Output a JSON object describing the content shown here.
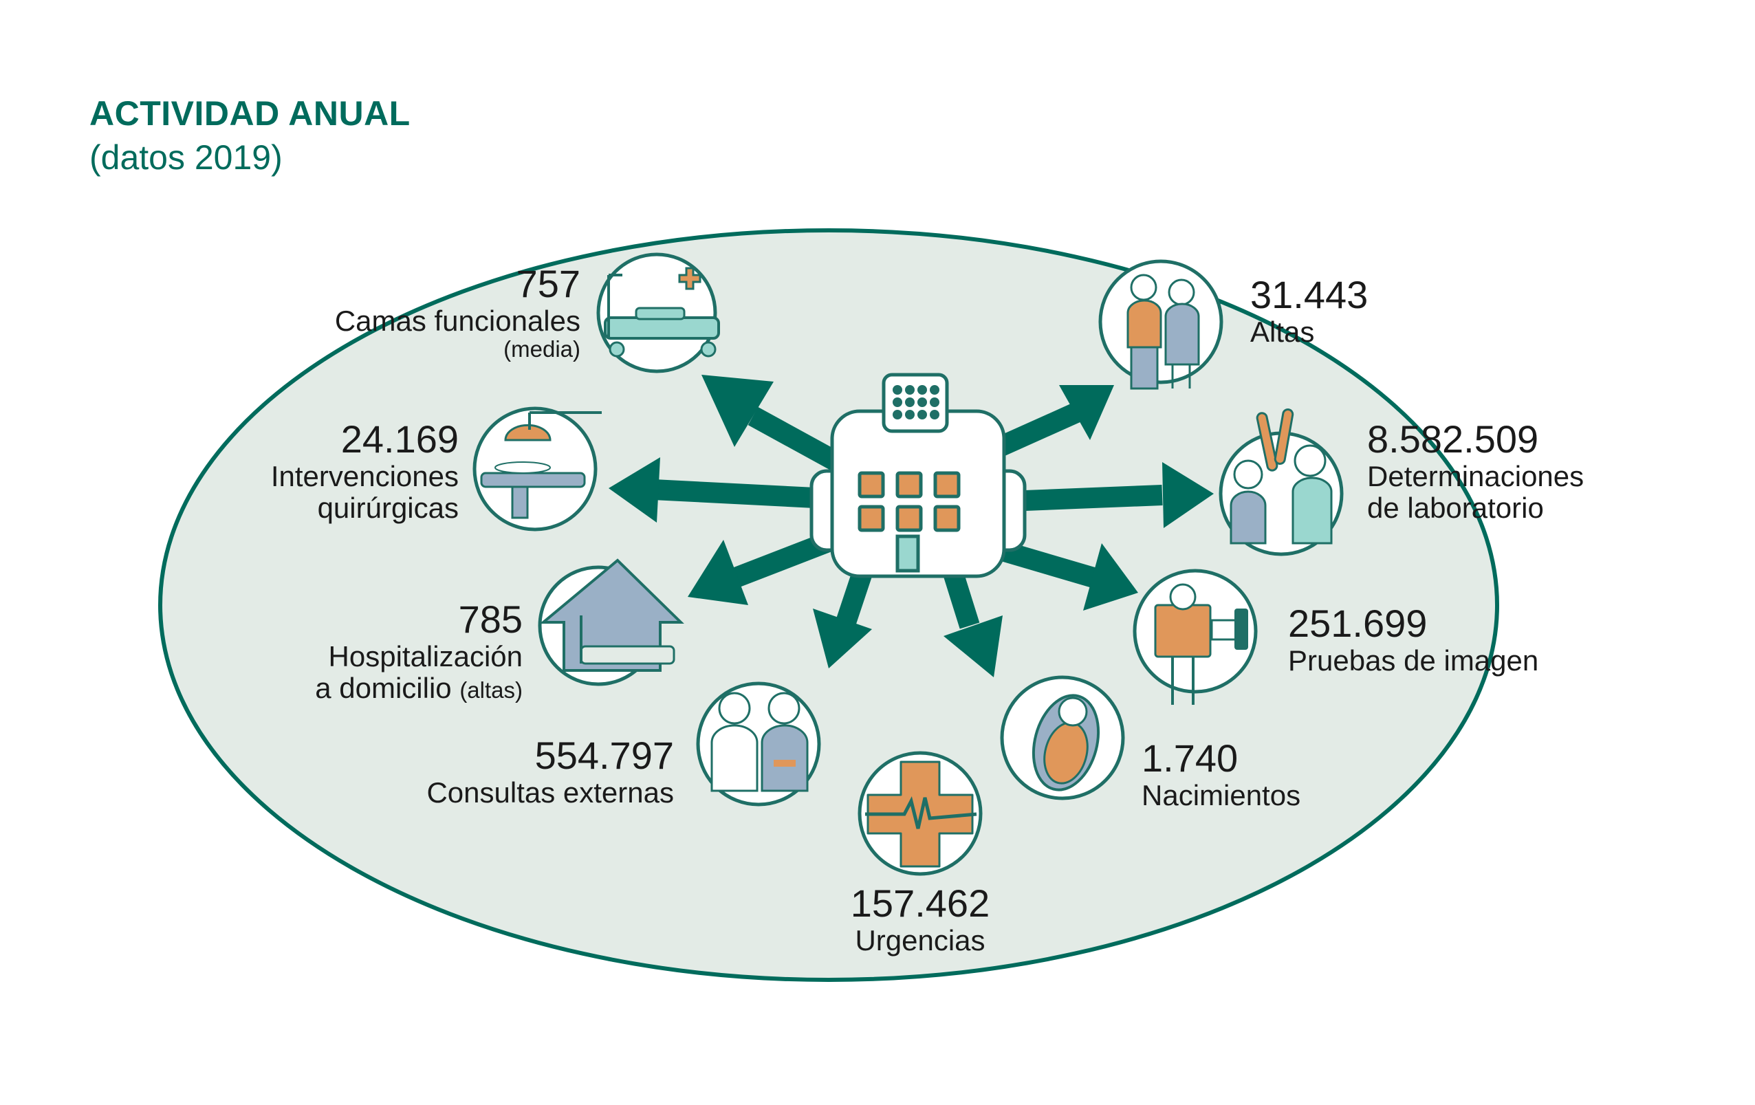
{
  "header": {
    "title": "ACTIVIDAD ANUAL",
    "subtitle": "(datos 2019)"
  },
  "colors": {
    "teal": "#006b5c",
    "oval_fill": "#e3ebe6",
    "orange": "#e0975a",
    "slate_blue": "#9ab0c6",
    "mint": "#9ad7cf",
    "line": "#1f6f66"
  },
  "items": {
    "camas": {
      "value": "757",
      "label": "Camas funcionales",
      "note": "(media)",
      "icon": "hospital-bed-icon"
    },
    "intervenciones": {
      "value": "24.169",
      "label1": "Intervenciones",
      "label2": "quirúrgicas",
      "icon": "surgery-table-icon"
    },
    "hospitalizacion": {
      "value": "785",
      "label1": "Hospitalización",
      "label2": "a domicilio",
      "note": "(altas)",
      "icon": "home-hospitalization-icon"
    },
    "consultas": {
      "value": "554.797",
      "label": "Consultas externas",
      "icon": "doctor-patient-icon"
    },
    "urgencias": {
      "value": "157.462",
      "label": "Urgencias",
      "icon": "emergency-cross-icon"
    },
    "nacimientos": {
      "value": "1.740",
      "label": "Nacimientos",
      "icon": "newborn-icon"
    },
    "imagen": {
      "value": "251.699",
      "label": "Pruebas de imagen",
      "icon": "xray-icon"
    },
    "laboratorio": {
      "value": "8.582.509",
      "label1": "Determinaciones",
      "label2": "de laboratorio",
      "icon": "lab-tubes-icon"
    },
    "altas": {
      "value": "31.443",
      "label": "Altas",
      "icon": "discharge-people-icon"
    }
  },
  "center": {
    "icon": "hospital-building-icon"
  }
}
